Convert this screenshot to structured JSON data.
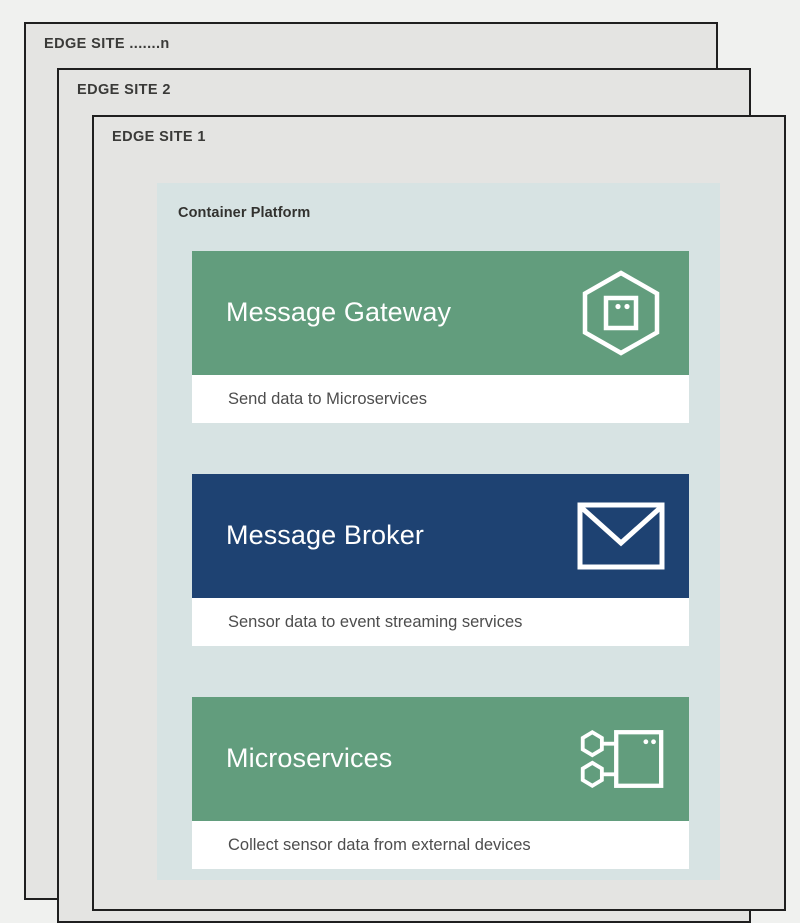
{
  "diagram": {
    "title_sites": [
      {
        "label": "EDGE SITE .......n"
      },
      {
        "label": "EDGE SITE 2"
      },
      {
        "label": "EDGE SITE 1"
      }
    ],
    "platform": {
      "title": "Container Platform",
      "cards": [
        {
          "title": "Message Gateway",
          "caption": "Send data to Microservices",
          "icon": "hexagon-chip-icon",
          "header_color": "#629d7d",
          "theme": "green"
        },
        {
          "title": "Message Broker",
          "caption": "Sensor data to event streaming services",
          "icon": "envelope-icon",
          "header_color": "#1e4272",
          "theme": "navy"
        },
        {
          "title": "Microservices",
          "caption": "Collect sensor data from external devices",
          "icon": "microservices-nodes-icon",
          "header_color": "#629d7d",
          "theme": "green"
        }
      ]
    },
    "colors": {
      "page_background": "#f0f1ef",
      "site_background": "#e4e4e2",
      "site_border": "#1f1f1f",
      "platform_background": "#d7e3e3",
      "card_footer_background": "#ffffff",
      "green": "#629d7d",
      "navy": "#1e4272",
      "title_text": "#3a3a38",
      "caption_text": "#4d4d4d"
    }
  }
}
